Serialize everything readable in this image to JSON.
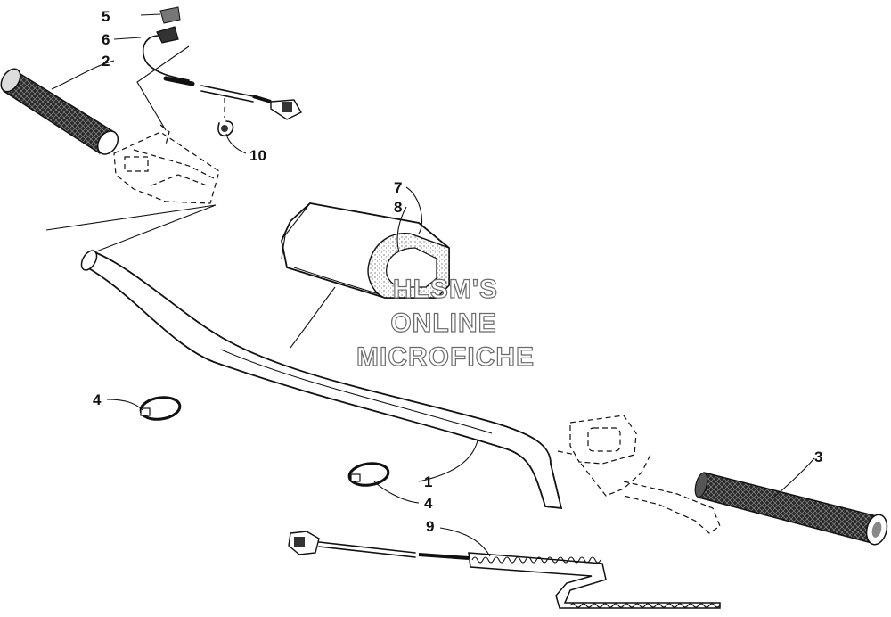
{
  "callouts": {
    "c1": "1",
    "c2": "2",
    "c3": "3",
    "c4a": "4",
    "c4b": "4",
    "c5": "5",
    "c6": "6",
    "c7": "7",
    "c8": "8",
    "c9": "9",
    "c10": "10"
  },
  "watermark": {
    "line1": "HLSM'S",
    "line2": "ONLINE",
    "line3": "MICROFICHE"
  },
  "colors": {
    "line": "#111111",
    "watermark_outline": "#6a6a6a",
    "background": "#ffffff"
  }
}
